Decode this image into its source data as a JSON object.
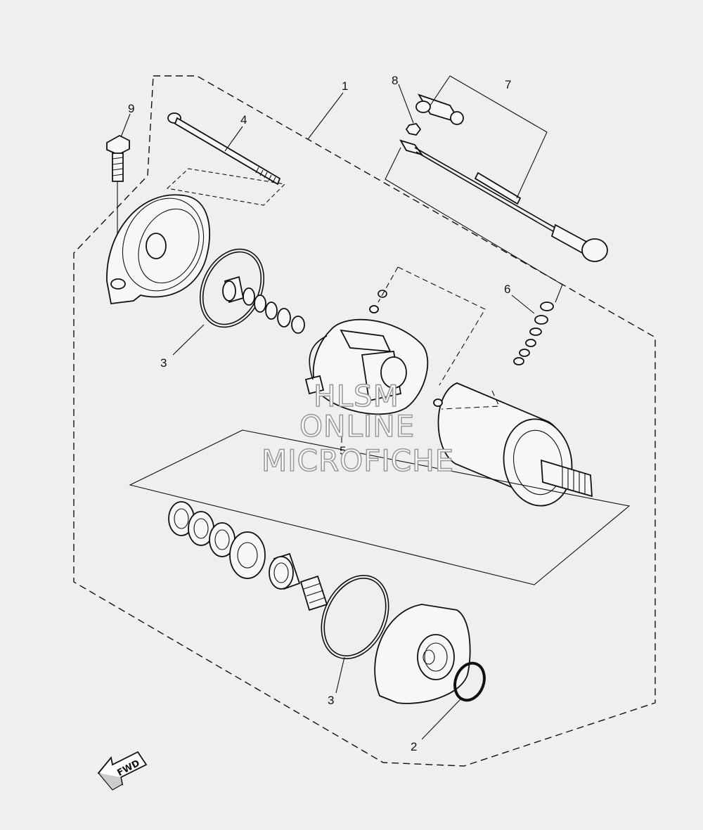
{
  "callouts": [
    "1",
    "2",
    "3",
    "3",
    "4",
    "5",
    "6",
    "7",
    "8",
    "9"
  ],
  "watermark": {
    "line1": "HLSM",
    "line2": "ONLINE",
    "line3": "MICROFICHE"
  },
  "fwd_label": "FWD"
}
